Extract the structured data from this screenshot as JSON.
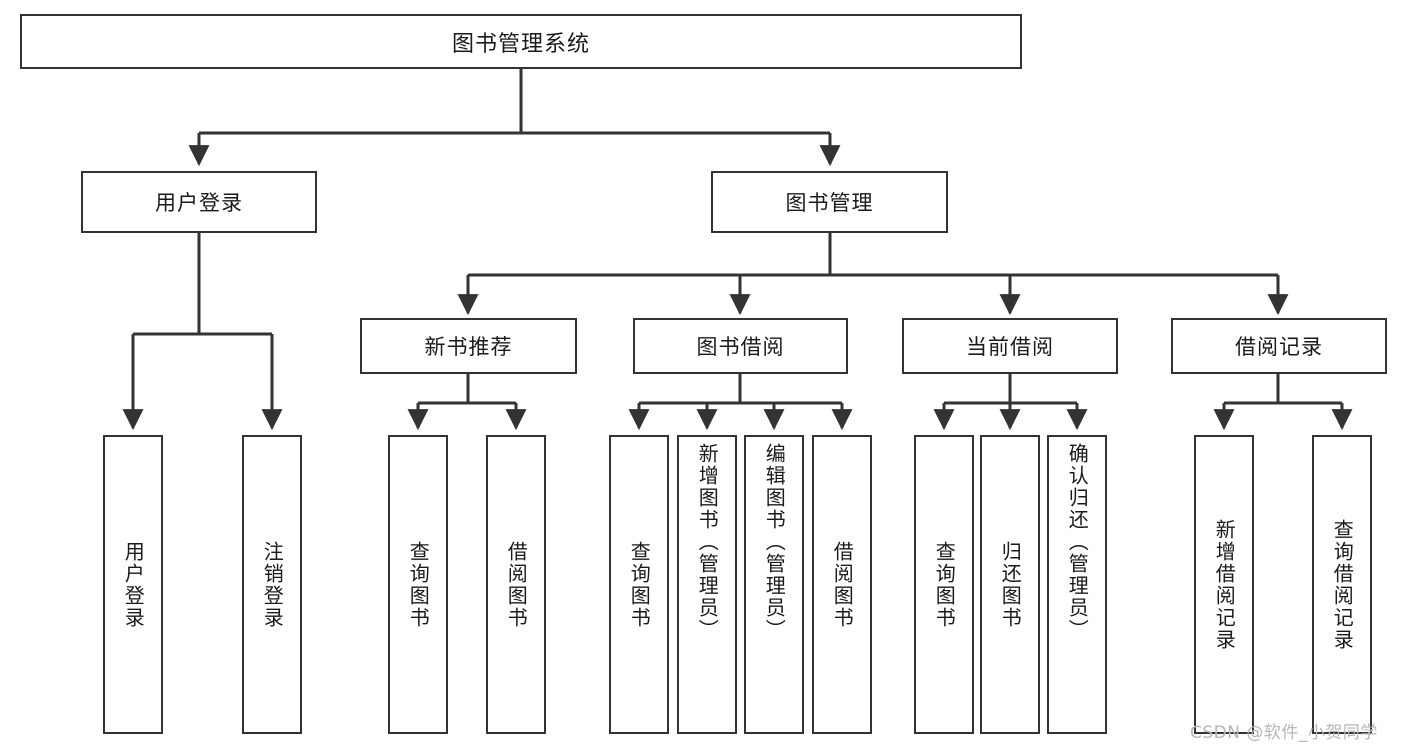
{
  "diagram": {
    "title": "图书管理系统",
    "type": "tree-hierarchy",
    "watermark": "CSDN @软件_小贺同学",
    "colors": {
      "box_border": "#333333",
      "box_fill": "#ffffff",
      "connector": "#333333",
      "text": "#1a1a1a",
      "watermark": "#b6b6b6",
      "canvas": "#ffffff"
    },
    "levels": {
      "level1": [
        {
          "id": "root",
          "label": "图书管理系统",
          "orientation": "horizontal"
        }
      ],
      "level2": [
        {
          "id": "user-login",
          "label": "用户登录",
          "orientation": "horizontal"
        },
        {
          "id": "book-management",
          "label": "图书管理",
          "orientation": "horizontal"
        }
      ],
      "level3": [
        {
          "id": "new-book-recommend",
          "label": "新书推荐",
          "orientation": "horizontal",
          "parent": "book-management"
        },
        {
          "id": "book-borrow",
          "label": "图书借阅",
          "orientation": "horizontal",
          "parent": "book-management"
        },
        {
          "id": "current-borrow",
          "label": "当前借阅",
          "orientation": "horizontal",
          "parent": "book-management"
        },
        {
          "id": "borrow-record",
          "label": "借阅记录",
          "orientation": "horizontal",
          "parent": "book-management"
        }
      ],
      "leaves": [
        {
          "id": "leaf-user-login",
          "label": "用户登录",
          "parent": "user-login",
          "orientation": "vertical"
        },
        {
          "id": "leaf-logout-login",
          "label": "注销登录",
          "parent": "user-login",
          "orientation": "vertical"
        },
        {
          "id": "leaf-query-book-1",
          "label": "查询图书",
          "parent": "new-book-recommend",
          "orientation": "vertical"
        },
        {
          "id": "leaf-borrow-book-1",
          "label": "借阅图书",
          "parent": "new-book-recommend",
          "orientation": "vertical"
        },
        {
          "id": "leaf-query-book-2",
          "label": "查询图书",
          "parent": "book-borrow",
          "orientation": "vertical"
        },
        {
          "id": "leaf-add-book",
          "label": "新增图书（管理员）",
          "parent": "book-borrow",
          "orientation": "vertical"
        },
        {
          "id": "leaf-edit-book",
          "label": "编辑图书（管理员）",
          "parent": "book-borrow",
          "orientation": "vertical"
        },
        {
          "id": "leaf-borrow-book-2",
          "label": "借阅图书",
          "parent": "book-borrow",
          "orientation": "vertical"
        },
        {
          "id": "leaf-query-book-3",
          "label": "查询图书",
          "parent": "current-borrow",
          "orientation": "vertical"
        },
        {
          "id": "leaf-return-book",
          "label": "归还图书",
          "parent": "current-borrow",
          "orientation": "vertical"
        },
        {
          "id": "leaf-confirm-return",
          "label": "确认归还（管理员）",
          "parent": "current-borrow",
          "orientation": "vertical"
        },
        {
          "id": "leaf-add-record",
          "label": "新增借阅记录",
          "parent": "borrow-record",
          "orientation": "vertical"
        },
        {
          "id": "leaf-query-record",
          "label": "查询借阅记录",
          "parent": "borrow-record",
          "orientation": "vertical"
        }
      ]
    }
  }
}
